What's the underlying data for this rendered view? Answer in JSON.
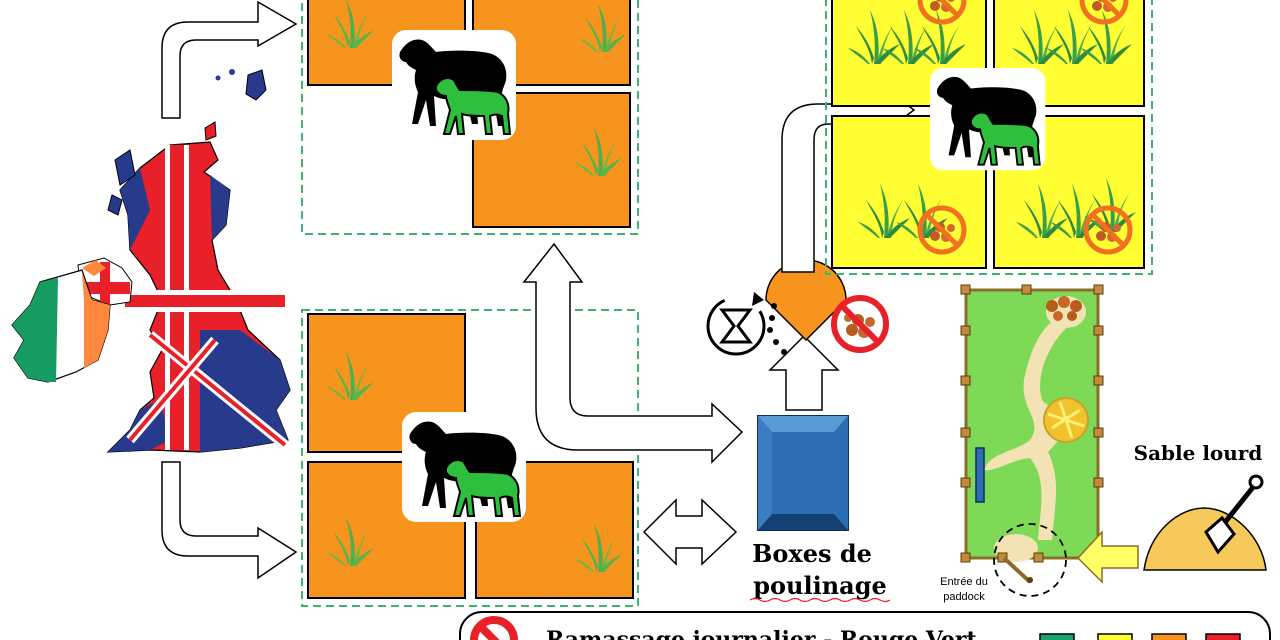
{
  "labels": {
    "foaling_boxes_line1": "Boxes de",
    "foaling_boxes_line2": "poulinage",
    "heavy_sand": "Sable lourd",
    "paddock_entrance_line1": "Entrée du",
    "paddock_entrance_line2": "paddock",
    "legend_partial": "Ramassage journalier - Rouge Vert"
  },
  "icons": [
    "uk-ireland-flag-map-icon",
    "horse-mare-foal-icon",
    "grass-icon",
    "no-manure-icon",
    "hourglass-cycle-icon",
    "foaling-box-icon",
    "sand-pile-shovel-icon",
    "double-arrow-icon"
  ],
  "colors": {
    "orange_field": "#f7941d",
    "yellow_field": "#ffff33",
    "green_paddock": "#7ed957",
    "dashed_border": "#3cb371",
    "box_blue": "#2e6db4",
    "no_sign_red": "#e8202a",
    "grass_green": "#5bb347",
    "flag_red": "#e8202a",
    "flag_blue": "#283a8c",
    "irish_green": "#169b62",
    "irish_orange": "#ff883e",
    "sand": "#f7c85a",
    "path": "#f3e2b3"
  },
  "legend_swatches": [
    "#1aa36f",
    "#ffff33",
    "#f7941d",
    "#e8202a"
  ]
}
